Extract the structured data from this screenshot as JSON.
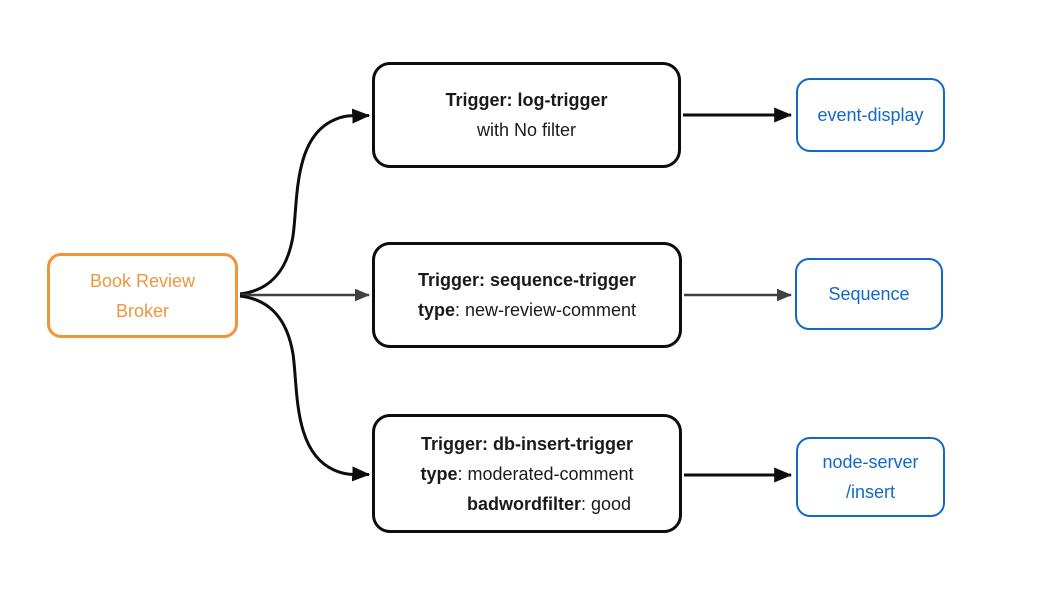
{
  "diagram": {
    "colors": {
      "broker_accent": "#F0953C",
      "destination_accent": "#1168C9",
      "trigger_border": "#0D0D0D",
      "arrow_black": "#0D0D0D",
      "arrow_gray": "#404040",
      "canvas_bg": "#FFFFFF"
    },
    "broker": {
      "label_line1": "Book Review",
      "label_line2": "Broker"
    },
    "triggers": [
      {
        "title": "Trigger: log-trigger",
        "subtitle": "with No filter"
      },
      {
        "title": "Trigger: sequence-trigger",
        "prop1_key": "type",
        "prop1_rest": ": new-review-comment"
      },
      {
        "title": "Trigger: db-insert-trigger",
        "prop1_key": "type",
        "prop1_rest": ": moderated-comment",
        "prop2_key": "badwordfilter",
        "prop2_rest": ": good"
      }
    ],
    "destinations": [
      {
        "label": "event-display"
      },
      {
        "label": "Sequence"
      },
      {
        "label_line1": "node-server",
        "label_line2": "/insert"
      }
    ]
  }
}
